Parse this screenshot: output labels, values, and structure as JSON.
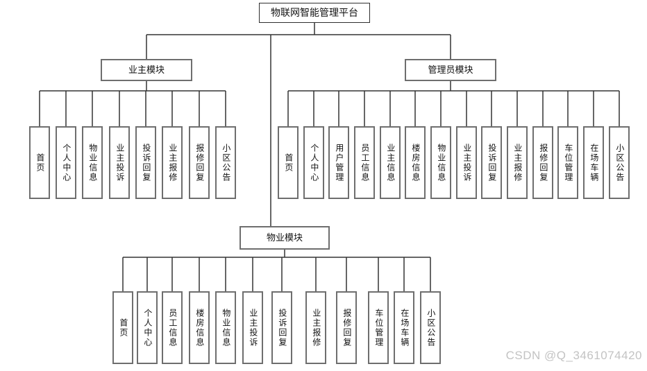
{
  "watermark": "CSDN @Q_3461074420",
  "tree": {
    "root": "物联网智能管理平台",
    "modules": [
      {
        "name": "业主模块",
        "children": [
          "首页",
          "个人中心",
          "物业信息",
          "业主投诉",
          "投诉回复",
          "业主报修",
          "报修回复",
          "小区公告"
        ]
      },
      {
        "name": "管理员模块",
        "children": [
          "首页",
          "个人中心",
          "用户管理",
          "员工信息",
          "业主信息",
          "楼房信息",
          "物业信息",
          "业主投诉",
          "投诉回复",
          "业主报修",
          "报修回复",
          "车位管理",
          "在场车辆",
          "小区公告"
        ]
      },
      {
        "name": "物业模块",
        "children": [
          "首页",
          "个人中心",
          "员工信息",
          "楼房信息",
          "物业信息",
          "业主投诉",
          "投诉回复",
          "业主报修",
          "报修回复",
          "车位管理",
          "在场车辆",
          "小区公告"
        ]
      }
    ]
  },
  "colors": {
    "line": "#333333",
    "box_border": "#6e6e6e",
    "watermark": "#c3c3c3"
  }
}
